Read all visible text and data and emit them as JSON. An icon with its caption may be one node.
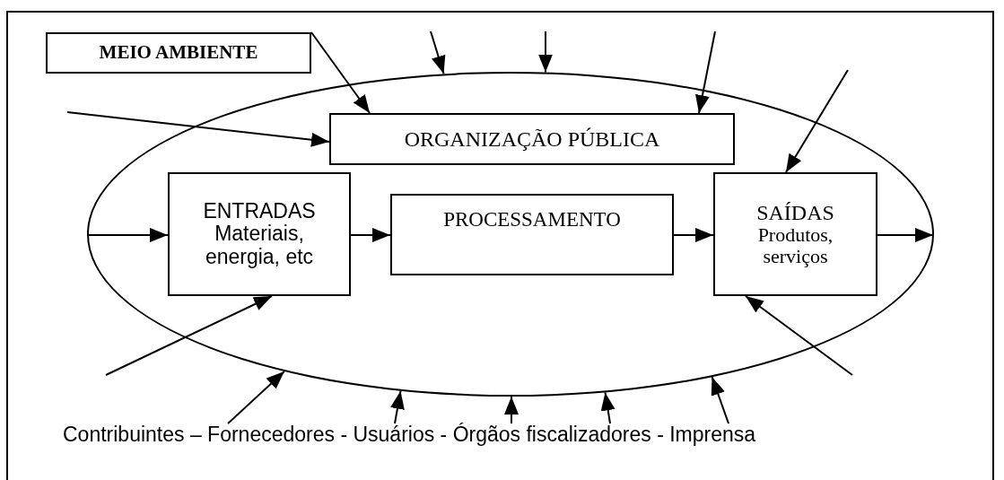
{
  "diagram": {
    "nodes": [
      {
        "text": [
          "MEIO AMBIENTE"
        ]
      },
      {
        "text": [],
        "shape": "ellipse"
      },
      {
        "text": [
          "ORGANIZAÇÃO PÚBLICA"
        ],
        "in": 1
      },
      {
        "text": [
          "ENTRADAS",
          "Materiais, energia, etc"
        ],
        "in": 1
      },
      {
        "text": [
          "PROCESSAMENTO"
        ],
        "in": 1
      },
      {
        "text": [
          "SAÍDAS",
          "Produtos, serviços"
        ],
        "in": 1
      },
      {
        "text": [
          "Contribuintes – Fornecedores - Usuários - Órgãos fiscalizadores - Imprensa"
        ]
      }
    ],
    "edges": [
      {
        "from": 0,
        "to": 2,
        "arrow": "to"
      },
      {
        "from": null,
        "to": 2,
        "arrow": "to"
      },
      {
        "from": null,
        "to": 1,
        "arrow": "to"
      },
      {
        "from": null,
        "to": 1,
        "arrow": "to"
      },
      {
        "from": null,
        "to": 2,
        "arrow": "to"
      },
      {
        "from": null,
        "to": 5,
        "arrow": "to"
      },
      {
        "from": 1,
        "to": 3,
        "arrow": "to"
      },
      {
        "from": 3,
        "to": 4,
        "arrow": "to"
      },
      {
        "from": 4,
        "to": 5,
        "arrow": "to"
      },
      {
        "from": 5,
        "to": 1,
        "arrow": "to"
      },
      {
        "from": null,
        "to": 3,
        "arrow": "to"
      },
      {
        "from": 6,
        "to": 1,
        "arrow": "to"
      },
      {
        "from": 6,
        "to": 1,
        "arrow": "to"
      },
      {
        "from": 6,
        "to": 1,
        "arrow": "to"
      },
      {
        "from": 6,
        "to": 1,
        "arrow": "to"
      },
      {
        "from": 6,
        "to": 1,
        "arrow": "to"
      },
      {
        "from": null,
        "to": 5,
        "arrow": "to"
      }
    ]
  }
}
